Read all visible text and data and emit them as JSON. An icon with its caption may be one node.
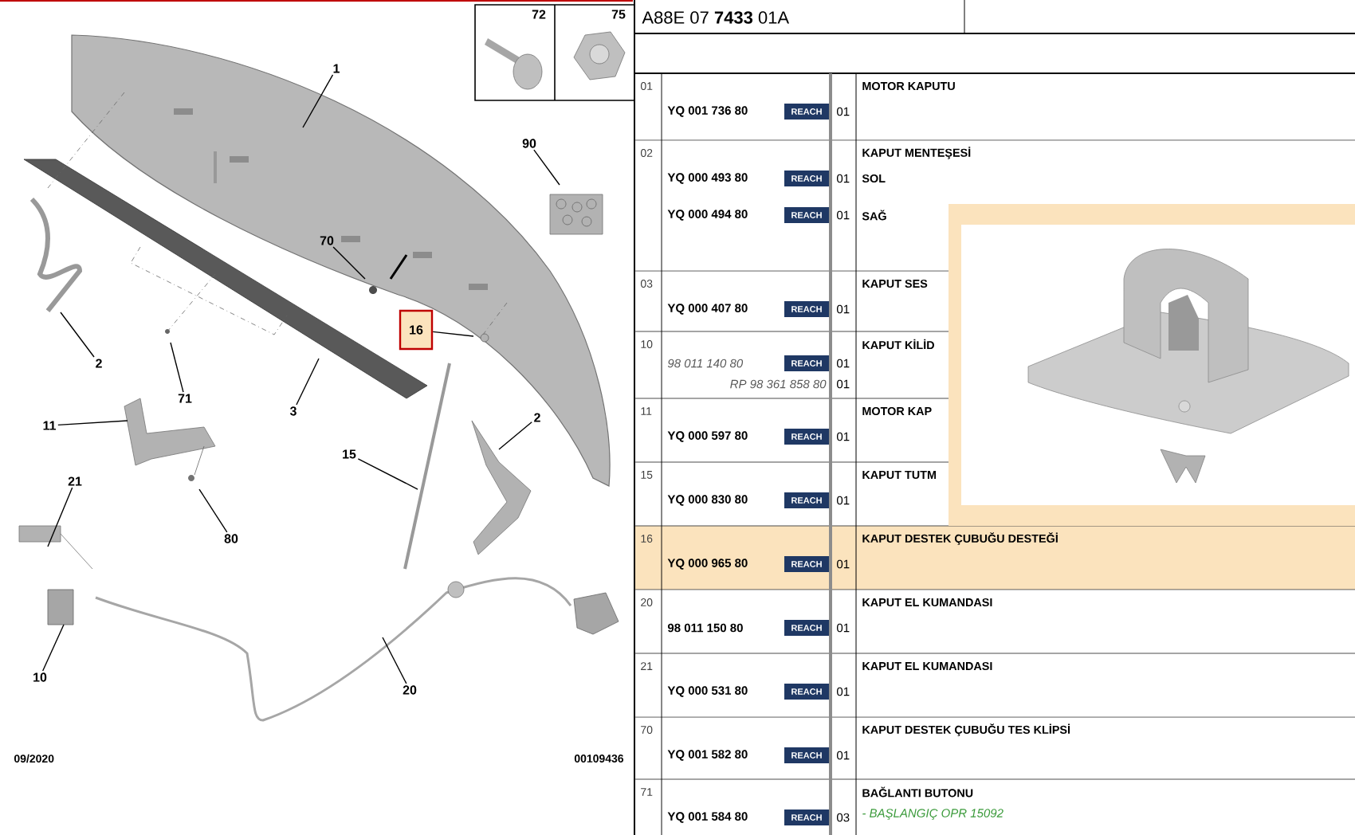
{
  "diagram": {
    "nodes": [
      {
        "text": [
          "1"
        ]
      },
      {
        "text": [
          "90"
        ]
      },
      {
        "text": [
          "70"
        ]
      },
      {
        "text": [
          "16"
        ]
      },
      {
        "text": [
          "2"
        ]
      },
      {
        "text": [
          "71"
        ]
      },
      {
        "text": [
          "3"
        ]
      },
      {
        "text": [
          "11"
        ]
      },
      {
        "text": [
          "2"
        ]
      },
      {
        "text": [
          "15"
        ]
      },
      {
        "text": [
          "21"
        ]
      },
      {
        "text": [
          "80"
        ]
      },
      {
        "text": [
          "10"
        ]
      },
      {
        "text": [
          "20"
        ]
      }
    ],
    "edges": [
      {
        "from": 0,
        "to": null,
        "arrow": "none"
      },
      {
        "from": 1,
        "to": null,
        "arrow": "none"
      },
      {
        "from": 2,
        "to": null,
        "arrow": "none"
      },
      {
        "from": 3,
        "to": null,
        "arrow": "none"
      },
      {
        "from": 4,
        "to": null,
        "arrow": "none"
      },
      {
        "from": 5,
        "to": null,
        "arrow": "none"
      },
      {
        "from": 6,
        "to": null,
        "arrow": "none"
      },
      {
        "from": 7,
        "to": null,
        "arrow": "none"
      },
      {
        "from": 8,
        "to": null,
        "arrow": "none"
      },
      {
        "from": 9,
        "to": null,
        "arrow": "none"
      },
      {
        "from": 10,
        "to": null,
        "arrow": "none"
      },
      {
        "from": 11,
        "to": null,
        "arrow": "none"
      },
      {
        "from": 12,
        "to": null,
        "arrow": "none"
      },
      {
        "from": 13,
        "to": null,
        "arrow": "none"
      }
    ],
    "labels": [
      "72",
      "75",
      "A88E 07 **7433** 01A",
      "01",
      "MOTOR KAPUTU",
      "YQ 001 736 80",
      "REACH",
      "01",
      "02",
      "KAPUT MENTEŞESİ",
      "YQ 000 493 80",
      "REACH",
      "01",
      "SOL",
      "YQ 000 494 80",
      "REACH",
      "01",
      "SAĞ",
      "03",
      "KAPUT SES",
      "YQ 000 407 80",
      "REACH",
      "01",
      "10",
      "KAPUT KİLİD",
      "98 011 140 80",
      "REACH",
      "01",
      "RP 98 361 858 80",
      "01",
      "11",
      "MOTOR KAP",
      "YQ 000 597 80",
      "REACH",
      "01",
      "15",
      "KAPUT TUTM",
      "YQ 000 830 80",
      "REACH",
      "01",
      "16",
      "KAPUT DESTEK ÇUBUĞU DESTEĞİ",
      "YQ 000 965 80",
      "REACH",
      "01",
      "20",
      "KAPUT EL KUMANDASI",
      "98 011 150 80",
      "REACH",
      "01",
      "21",
      "KAPUT EL KUMANDASI",
      "YQ 000 531 80",
      "REACH",
      "01",
      "70",
      "KAPUT DESTEK ÇUBUĞU TES KLİPSİ",
      "YQ 001 582 80",
      "REACH",
      "01",
      "71",
      "BAĞLANTI BUTONU",
      "YQ 001 584 80",
      "REACH",
      "03",
      "- BAŞLANGIÇ OPR 15092",
      "09/2020",
      "00109436"
    ]
  }
}
